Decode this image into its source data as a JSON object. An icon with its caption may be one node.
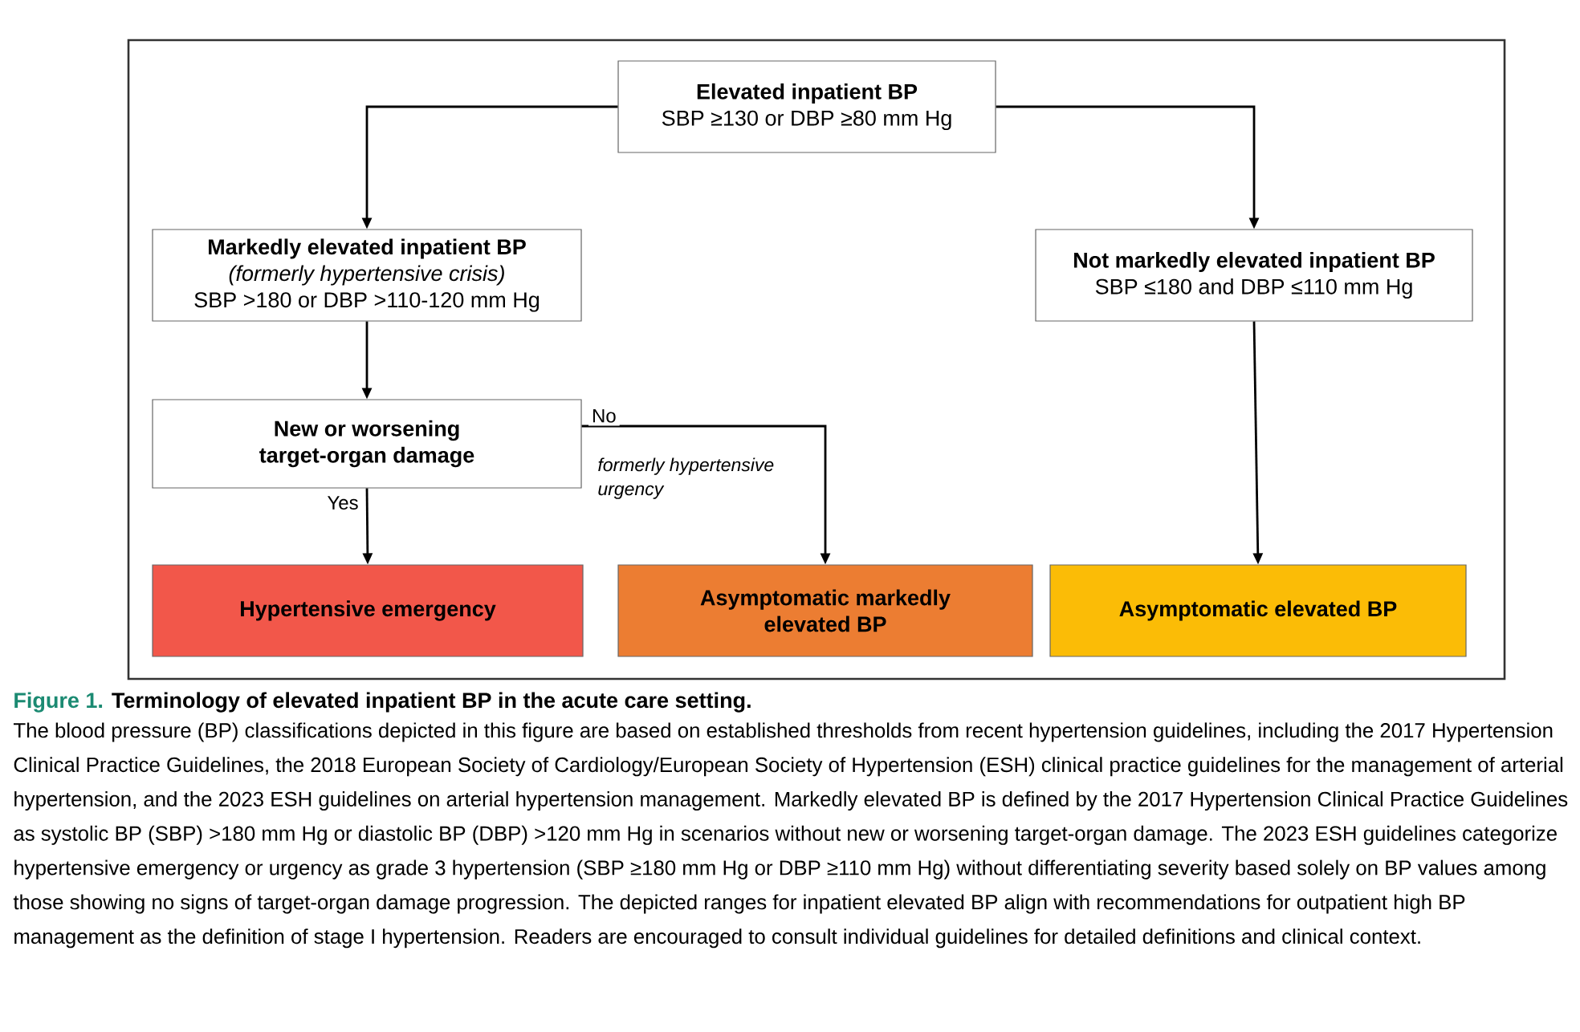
{
  "diagram": {
    "title": "Terminology of elevated inpatient BP in the acute care setting.",
    "caption": "The blood pressure (BP) classifications depicted in this figure are based on established thresholds from recent hypertension guidelines, including the 2017 Hypertension Clinical Practice Guidelines, the 2018 European Society of Cardiology/European Society of Hypertension (ESH) clinical practice guidelines for the management of arterial hypertension, and the 2023 ESH guidelines on arterial hypertension management. Markedly elevated BP is defined by the 2017 Hypertension Clinical Practice Guidelines as systolic BP (SBP) >180 mm Hg or diastolic BP (DBP) >120 mm Hg in scenarios without new or worsening target-organ damage. The 2023 ESH guidelines categorize hypertensive emergency or urgency as grade 3 hypertension (SBP ≥180 mm Hg or DBP ≥110 mm Hg) without differentiating severity based solely on BP values among those showing no signs of target-organ damage progression. The depicted ranges for inpatient elevated BP align with recommendations for outpatient high BP management as the definition of stage I hypertension. Readers are encouraged to consult individual guidelines for detailed definitions and clinical context.",
    "nodes": [
      {
        "text": [
          "Elevated inpatient BP",
          "SBP ≥130 or DBP ≥80 mm Hg"
        ]
      },
      {
        "text": [
          "Markedly elevated inpatient BP",
          "(formerly hypertensive crisis)",
          "SBP >180 or DBP >110-120 mm Hg"
        ]
      },
      {
        "text": [
          "Not markedly elevated inpatient BP",
          "SBP ≤180 and DBP ≤110 mm Hg"
        ]
      },
      {
        "text": [
          "New or worsening target-organ damage"
        ]
      },
      {
        "text": [
          "Hypertensive emergency"
        ]
      },
      {
        "text": [
          "Asymptomatic markedly elevated BP"
        ]
      },
      {
        "text": [
          "Asymptomatic elevated BP"
        ]
      }
    ],
    "edges": [
      {
        "from": 0,
        "to": 1,
        "arrow": "to"
      },
      {
        "from": 0,
        "to": 2,
        "arrow": "to"
      },
      {
        "from": 1,
        "to": 3,
        "arrow": "to"
      },
      {
        "from": 3,
        "to": 4,
        "arrow": "to",
        "label": "Yes"
      },
      {
        "from": 3,
        "to": 5,
        "arrow": "to",
        "label": "No"
      },
      {
        "from": 2,
        "to": 6,
        "arrow": "to"
      }
    ],
    "labels": [
      "Figure 1.",
      "formerly hypertensive urgency"
    ]
  }
}
